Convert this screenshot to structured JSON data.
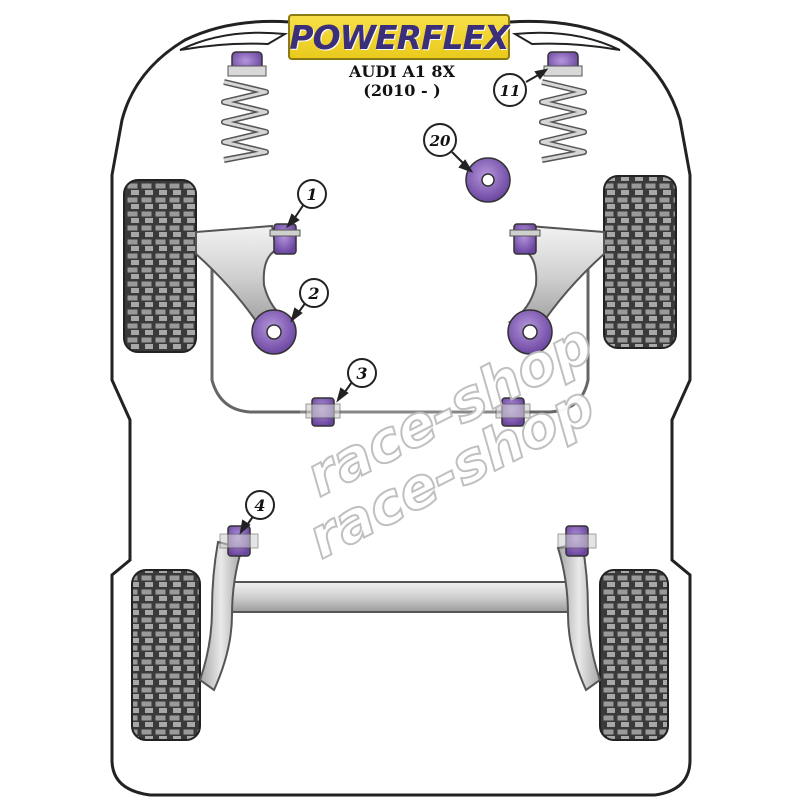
{
  "brand": {
    "name": "POWERFLEX",
    "colors": {
      "logo_bg": "#f2d43a",
      "logo_text": "#3b2f7a"
    }
  },
  "vehicle": {
    "title": "AUDI A1 8X (2010 - )"
  },
  "watermark": {
    "text": "race-shop"
  },
  "callouts": [
    {
      "id": "callout-1",
      "number": "1"
    },
    {
      "id": "callout-2",
      "number": "2"
    },
    {
      "id": "callout-3",
      "number": "3"
    },
    {
      "id": "callout-4",
      "number": "4"
    },
    {
      "id": "callout-11",
      "number": "11"
    },
    {
      "id": "callout-20",
      "number": "20"
    }
  ],
  "colors": {
    "bushing": "#8a63b8",
    "bushing_dark": "#5b3d86",
    "metal": "#cfcfcf",
    "metal_dark": "#777777",
    "tyre": "#2b2b2b"
  }
}
